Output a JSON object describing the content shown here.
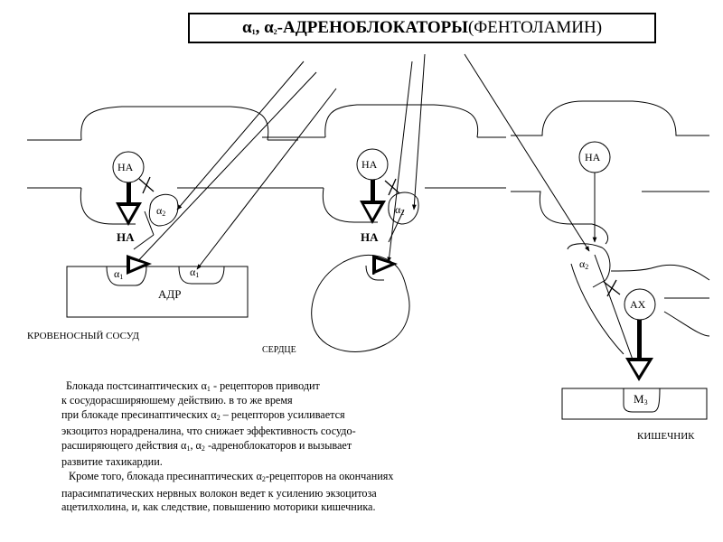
{
  "title": {
    "alpha1": "α",
    "sub1": "1",
    "sep": ", ",
    "alpha2": "α",
    "sub2": "2",
    "main": "-АДРЕНОБЛОКАТОРЫ",
    "paren": " (ФЕНТОЛАМИН)"
  },
  "diagram": {
    "na": "НА",
    "na_bold": "НА",
    "alpha": "α",
    "sub1": "1",
    "sub2": "2",
    "adr": "АДР",
    "ax": "АХ",
    "m": "М",
    "sub3": "3",
    "vessel_label": "КРОВЕНОСНЫЙ СОСУД",
    "heart_label": "СЕРДЦЕ",
    "gut_label": "КИШЕЧНИК"
  },
  "text": {
    "p1_l1a": "Блокада постсинаптических    α",
    "p1_l1s": "1",
    "p1_l1b": " - рецепторов приводит",
    "p1_l2": "к сосудорасширяюшему действию. в то же время",
    "p1_l3a": "при блокаде пресинаптических α",
    "p1_l3s": "2",
    "p1_l3b": " – рецепторов усиливается",
    "p1_l4": "экзоцитоз норадреналина, что снижает эффективность сосудо-",
    "p1_l5a": "расширяющего действия α",
    "p1_l5s1": "1",
    "p1_l5b": ", α",
    "p1_l5s2": "2",
    "p1_l5c": " -адреноблокаторов и вызывает",
    "p1_l6": "развитие тахикардии.",
    "p2_l1a": "Кроме того,  блокада пресинаптических α",
    "p2_l1s": "2",
    "p2_l1b": "-рецепторов на окончаниях",
    "p2_l2": "парасимпатических нервных волокон ведет к усилению экзоцитоза",
    "p2_l3": "ацетилхолина, и, как следствие, повышению моторики кишечника."
  }
}
